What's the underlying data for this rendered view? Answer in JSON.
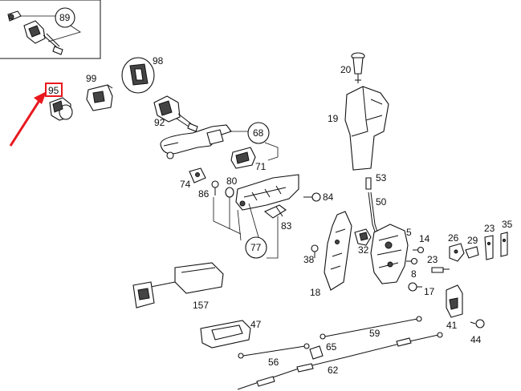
{
  "diagram": {
    "callouts": [
      {
        "id": "c89",
        "text": "89",
        "circled": true
      },
      {
        "id": "c98",
        "text": "98"
      },
      {
        "id": "c99",
        "text": "99"
      },
      {
        "id": "c95",
        "text": "95",
        "highlighted": true
      },
      {
        "id": "c92",
        "text": "92"
      },
      {
        "id": "c68",
        "text": "68",
        "circled": true
      },
      {
        "id": "c71",
        "text": "71"
      },
      {
        "id": "c20",
        "text": "20"
      },
      {
        "id": "c19",
        "text": "19"
      },
      {
        "id": "c74",
        "text": "74"
      },
      {
        "id": "c86",
        "text": "86"
      },
      {
        "id": "c80",
        "text": "80"
      },
      {
        "id": "c84",
        "text": "84"
      },
      {
        "id": "c53",
        "text": "53"
      },
      {
        "id": "c50",
        "text": "50"
      },
      {
        "id": "c83",
        "text": "83"
      },
      {
        "id": "c77",
        "text": "77",
        "circled": true
      },
      {
        "id": "c5",
        "text": "5"
      },
      {
        "id": "c14",
        "text": "14"
      },
      {
        "id": "c26",
        "text": "26"
      },
      {
        "id": "c29",
        "text": "29"
      },
      {
        "id": "c32",
        "text": "32"
      },
      {
        "id": "c38",
        "text": "38"
      },
      {
        "id": "c8",
        "text": "8"
      },
      {
        "id": "c23a",
        "text": "23"
      },
      {
        "id": "c23b",
        "text": "23"
      },
      {
        "id": "c35",
        "text": "35"
      },
      {
        "id": "c17",
        "text": "17"
      },
      {
        "id": "c18",
        "text": "18"
      },
      {
        "id": "c157",
        "text": "157"
      },
      {
        "id": "c47",
        "text": "47"
      },
      {
        "id": "c59",
        "text": "59"
      },
      {
        "id": "c41",
        "text": "41"
      },
      {
        "id": "c44",
        "text": "44"
      },
      {
        "id": "c56",
        "text": "56"
      },
      {
        "id": "c65",
        "text": "65"
      },
      {
        "id": "c62",
        "text": "62"
      }
    ],
    "colors": {
      "line": "#111111",
      "highlight": "#e8181e",
      "background": "#ffffff"
    },
    "pointer": {
      "icon": "arrow-icon",
      "target": "c95"
    }
  }
}
